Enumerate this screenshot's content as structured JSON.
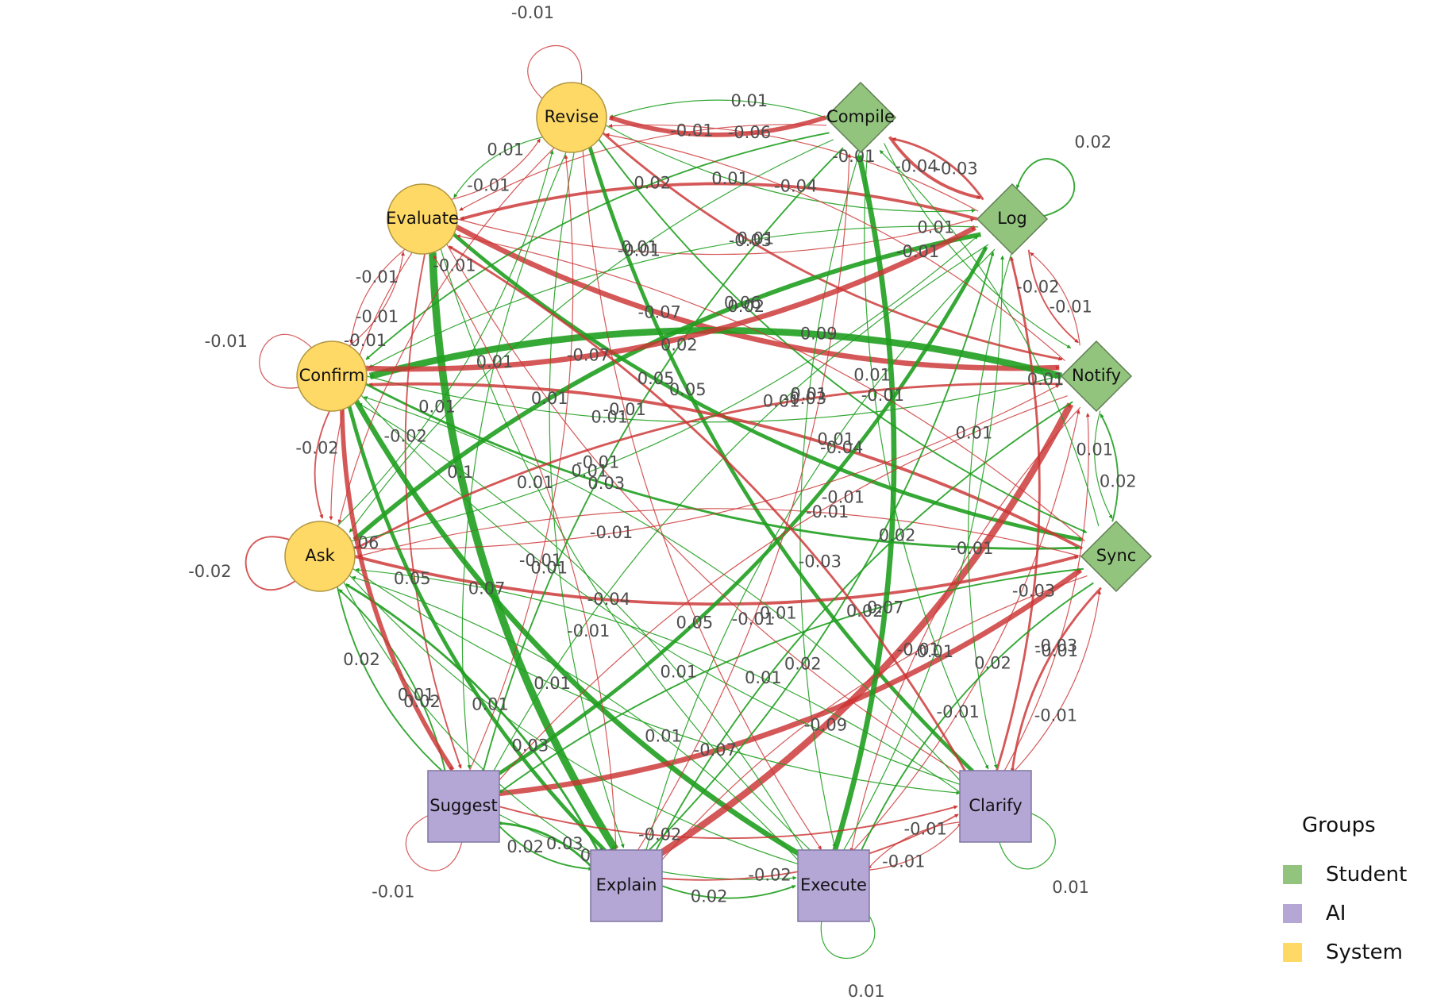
{
  "legend": {
    "title": "Groups",
    "groups": [
      {
        "name": "Student",
        "color": "#93c47d"
      },
      {
        "name": "AI",
        "color": "#b4a7d6"
      },
      {
        "name": "System",
        "color": "#ffd966"
      }
    ]
  },
  "colors": {
    "positive": "#1f9e1f",
    "negative": "#cc3333",
    "label": "#4d4d4d"
  },
  "nodes": [
    {
      "id": "Revise",
      "group": "System",
      "shape": "circle"
    },
    {
      "id": "Compile",
      "group": "Student",
      "shape": "diamond"
    },
    {
      "id": "Log",
      "group": "Student",
      "shape": "diamond"
    },
    {
      "id": "Notify",
      "group": "Student",
      "shape": "diamond"
    },
    {
      "id": "Sync",
      "group": "Student",
      "shape": "diamond"
    },
    {
      "id": "Clarify",
      "group": "AI",
      "shape": "square"
    },
    {
      "id": "Execute",
      "group": "AI",
      "shape": "square"
    },
    {
      "id": "Explain",
      "group": "AI",
      "shape": "square"
    },
    {
      "id": "Suggest",
      "group": "AI",
      "shape": "square"
    },
    {
      "id": "Ask",
      "group": "System",
      "shape": "circle"
    },
    {
      "id": "Confirm",
      "group": "System",
      "shape": "circle"
    },
    {
      "id": "Evaluate",
      "group": "System",
      "shape": "circle"
    }
  ],
  "edges": [
    {
      "from": "Revise",
      "to": "Revise",
      "weight": "-0.01"
    },
    {
      "from": "Log",
      "to": "Log",
      "weight": "0.02"
    },
    {
      "from": "Confirm",
      "to": "Confirm",
      "weight": "-0.01"
    },
    {
      "from": "Ask",
      "to": "Ask",
      "weight": "-0.02"
    },
    {
      "from": "Suggest",
      "to": "Suggest",
      "weight": "-0.01"
    },
    {
      "from": "Execute",
      "to": "Execute",
      "weight": "0.01"
    },
    {
      "from": "Clarify",
      "to": "Clarify",
      "weight": "0.01"
    },
    {
      "from": "Compile",
      "to": "Revise",
      "weight": "0.01"
    },
    {
      "from": "Compile",
      "to": "Revise",
      "weight": "-0.06"
    },
    {
      "from": "Log",
      "to": "Revise",
      "weight": "-0.01"
    },
    {
      "from": "Revise",
      "to": "Log",
      "weight": "0.01"
    },
    {
      "from": "Compile",
      "to": "Log",
      "weight": "-0.04"
    },
    {
      "from": "Log",
      "to": "Compile",
      "weight": "-0.03"
    },
    {
      "from": "Revise",
      "to": "Evaluate",
      "weight": "0.01"
    },
    {
      "from": "Evaluate",
      "to": "Revise",
      "weight": "-0.01"
    },
    {
      "from": "Revise",
      "to": "Notify",
      "weight": "-0.03"
    },
    {
      "from": "Compile",
      "to": "Evaluate",
      "weight": "-0.01"
    },
    {
      "from": "Evaluate",
      "to": "Log",
      "weight": "-0.01"
    },
    {
      "from": "Evaluate",
      "to": "Notify",
      "weight": "-0.07"
    },
    {
      "from": "Log",
      "to": "Evaluate",
      "weight": "-0.04"
    },
    {
      "from": "Compile",
      "to": "Confirm",
      "weight": "0.02"
    },
    {
      "from": "Log",
      "to": "Confirm",
      "weight": "0.01"
    },
    {
      "from": "Evaluate",
      "to": "Sync",
      "weight": "0.05"
    },
    {
      "from": "Revise",
      "to": "Clarify",
      "weight": "0.05"
    },
    {
      "from": "Log",
      "to": "Notify",
      "weight": "-0.02"
    },
    {
      "from": "Notify",
      "to": "Log",
      "weight": "-0.01"
    },
    {
      "from": "Notify",
      "to": "Sync",
      "weight": "0.01"
    },
    {
      "from": "Sync",
      "to": "Notify",
      "weight": "0.02"
    },
    {
      "from": "Evaluate",
      "to": "Confirm",
      "weight": "-0.01"
    },
    {
      "from": "Confirm",
      "to": "Evaluate",
      "weight": "-0.01"
    },
    {
      "from": "Confirm",
      "to": "Ask",
      "weight": "-0.02"
    },
    {
      "from": "Notify",
      "to": "Confirm",
      "weight": "0.09"
    },
    {
      "from": "Confirm",
      "to": "Notify",
      "weight": "0.01"
    },
    {
      "from": "Sync",
      "to": "Confirm",
      "weight": "-0.04"
    },
    {
      "from": "Confirm",
      "to": "Sync",
      "weight": "0.03"
    },
    {
      "from": "Sync",
      "to": "Ask",
      "weight": "-0.01"
    },
    {
      "from": "Ask",
      "to": "Sync",
      "weight": "-0.04"
    },
    {
      "from": "Log",
      "to": "Ask",
      "weight": "0.06"
    },
    {
      "from": "Evaluate",
      "to": "Explain",
      "weight": "0.1"
    },
    {
      "from": "Evaluate",
      "to": "Suggest",
      "weight": "-0.02"
    },
    {
      "from": "Confirm",
      "to": "Execute",
      "weight": "0.07"
    },
    {
      "from": "Confirm",
      "to": "Explain",
      "weight": "0.05"
    },
    {
      "from": "Suggest",
      "to": "Log",
      "weight": "0.05"
    },
    {
      "from": "Suggest",
      "to": "Sync",
      "weight": "-0.07"
    },
    {
      "from": "Explain",
      "to": "Execute",
      "weight": "0.02"
    },
    {
      "from": "Execute",
      "to": "Clarify",
      "weight": "-0.01"
    },
    {
      "from": "Clarify",
      "to": "Execute",
      "weight": "-0.01"
    },
    {
      "from": "Clarify",
      "to": "Log",
      "weight": "-0.03"
    },
    {
      "from": "Clarify",
      "to": "Notify",
      "weight": "-0.01"
    },
    {
      "from": "Explain",
      "to": "Notify",
      "weight": "-0.09"
    },
    {
      "from": "Execute",
      "to": "Notify",
      "weight": "-0.01"
    },
    {
      "from": "Execute",
      "to": "Compile",
      "weight": "0.07"
    },
    {
      "from": "Ask",
      "to": "Suggest",
      "weight": "0.02"
    },
    {
      "from": "Suggest",
      "to": "Ask",
      "weight": "0.02"
    },
    {
      "from": "Ask",
      "to": "Explain",
      "weight": "0.01"
    },
    {
      "from": "Explain",
      "to": "Ask",
      "weight": "0.03"
    },
    {
      "from": "Suggest",
      "to": "Explain",
      "weight": "0.02"
    },
    {
      "from": "Explain",
      "to": "Suggest",
      "weight": "0.03"
    },
    {
      "from": "Suggest",
      "to": "Execute",
      "weight": "0.01"
    },
    {
      "from": "Clarify",
      "to": "Ask",
      "weight": "0.01"
    },
    {
      "from": "Sync",
      "to": "Explain",
      "weight": "-0.01"
    },
    {
      "from": "Notify",
      "to": "Explain",
      "weight": "0.02"
    },
    {
      "from": "Log",
      "to": "Explain",
      "weight": "0.01"
    },
    {
      "from": "Explain",
      "to": "Log",
      "weight": "0.02"
    },
    {
      "from": "Compile",
      "to": "Execute",
      "weight": "0.01"
    },
    {
      "from": "Ask",
      "to": "Clarify",
      "weight": "0.01"
    },
    {
      "from": "Revise",
      "to": "Explain",
      "weight": "0.01"
    },
    {
      "from": "Revise",
      "to": "Execute",
      "weight": "-0.01"
    },
    {
      "from": "Compile",
      "to": "Suggest",
      "weight": "0.02"
    },
    {
      "from": "Compile",
      "to": "Ask",
      "weight": "0.01"
    },
    {
      "from": "Log",
      "to": "Suggest",
      "weight": "0.01"
    },
    {
      "from": "Notify",
      "to": "Ask",
      "weight": "-0.03"
    },
    {
      "from": "Confirm",
      "to": "Clarify",
      "weight": "0.01"
    },
    {
      "from": "Evaluate",
      "to": "Clarify",
      "weight": "-0.01"
    },
    {
      "from": "Execute",
      "to": "Confirm",
      "weight": "0.01"
    },
    {
      "from": "Sync",
      "to": "Suggest",
      "weight": "0.02"
    },
    {
      "from": "Clarify",
      "to": "Sync",
      "weight": "-0.01"
    },
    {
      "from": "Clarify",
      "to": "Confirm",
      "weight": "0.01"
    },
    {
      "from": "Sync",
      "to": "Execute",
      "weight": "0.02"
    },
    {
      "from": "Notify",
      "to": "Execute",
      "weight": "-0.01"
    },
    {
      "from": "Notify",
      "to": "Suggest",
      "weight": "-0.01"
    },
    {
      "from": "Ask",
      "to": "Notify",
      "weight": "-0.01"
    },
    {
      "from": "Ask",
      "to": "Log",
      "weight": "0.01"
    },
    {
      "from": "Revise",
      "to": "Ask",
      "weight": "-0.01"
    },
    {
      "from": "Ask",
      "to": "Revise",
      "weight": "0.01"
    },
    {
      "from": "Sync",
      "to": "Compile",
      "weight": "0.01"
    },
    {
      "from": "Compile",
      "to": "Notify",
      "weight": "0.01"
    },
    {
      "from": "Suggest",
      "to": "Revise",
      "weight": "-0.01"
    },
    {
      "from": "Execute",
      "to": "Log",
      "weight": "0.01"
    },
    {
      "from": "Revise",
      "to": "Sync",
      "weight": "0.02"
    },
    {
      "from": "Evaluate",
      "to": "Ask",
      "weight": "-0.01"
    },
    {
      "from": "Explain",
      "to": "Evaluate",
      "weight": "-0.01"
    },
    {
      "from": "Clarify",
      "to": "Evaluate",
      "weight": "-0.03"
    },
    {
      "from": "Compile",
      "to": "Clarify",
      "weight": "0.01"
    },
    {
      "from": "Sync",
      "to": "Evaluate",
      "weight": "-0.01"
    },
    {
      "from": "Notify",
      "to": "Revise",
      "weight": "-0.01"
    },
    {
      "from": "Log",
      "to": "Clarify",
      "weight": "0.01"
    },
    {
      "from": "Revise",
      "to": "Suggest",
      "weight": "0.01"
    },
    {
      "from": "Confirm",
      "to": "Suggest",
      "weight": "-0.06"
    },
    {
      "from": "Execute",
      "to": "Ask",
      "weight": "0.01"
    },
    {
      "from": "Confirm",
      "to": "Log",
      "weight": "-0.07"
    },
    {
      "from": "Sync",
      "to": "Clarify",
      "weight": "-0.03"
    },
    {
      "from": "Suggest",
      "to": "Clarify",
      "weight": "-0.02"
    },
    {
      "from": "Evaluate",
      "to": "Execute",
      "weight": "0.01"
    },
    {
      "from": "Explain",
      "to": "Clarify",
      "weight": "-0.02"
    },
    {
      "from": "Ask",
      "to": "Execute",
      "weight": "0.01"
    },
    {
      "from": "Explain",
      "to": "Compile",
      "weight": "-0.01"
    }
  ]
}
